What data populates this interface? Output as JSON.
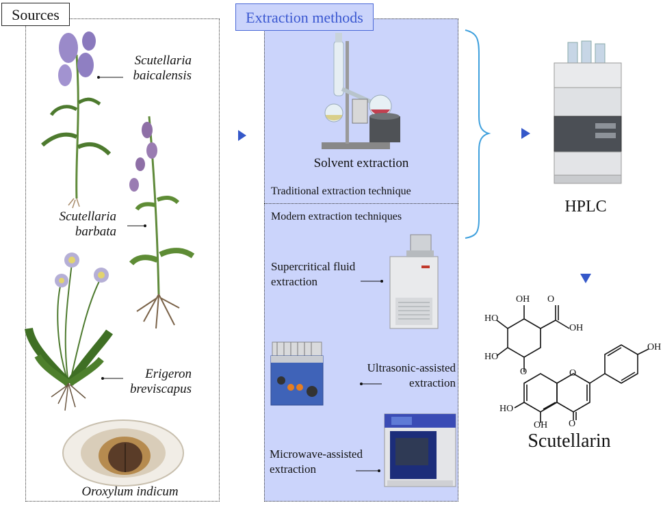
{
  "sources": {
    "title": "Sources",
    "plants": [
      {
        "name": "Scutellaria baicalensis",
        "line1": "Scutellaria",
        "line2": "baicalensis"
      },
      {
        "name": "Scutellaria barbata",
        "line1": "Scutellaria",
        "line2": "barbata"
      },
      {
        "name": "Erigeron breviscapus",
        "line1": "Erigeron",
        "line2": "breviscapus"
      },
      {
        "name": "Oroxylum indicum",
        "line1": "Oroxylum indicum"
      }
    ]
  },
  "extraction": {
    "title": "Extraction methods",
    "solvent": "Solvent extraction",
    "traditional": "Traditional extraction technique",
    "modern": "Modern extraction techniques",
    "supercritical": {
      "line1": "Supercritical fluid",
      "line2": "extraction"
    },
    "ultrasonic": {
      "line1": "Ultrasonic-assisted",
      "line2": "extraction"
    },
    "microwave": {
      "line1": "Microwave-assisted",
      "line2": "extraction"
    }
  },
  "analysis": {
    "hplc": "HPLC"
  },
  "product": {
    "name": "Scutellarin",
    "atoms": {
      "oh": "OH",
      "ho": "HO",
      "o": "O"
    }
  },
  "colors": {
    "arrow": "#3558c9",
    "accent_box": "#cbd4fb",
    "title_text": "#3a57d0",
    "bracket": "#3fa0dd"
  }
}
